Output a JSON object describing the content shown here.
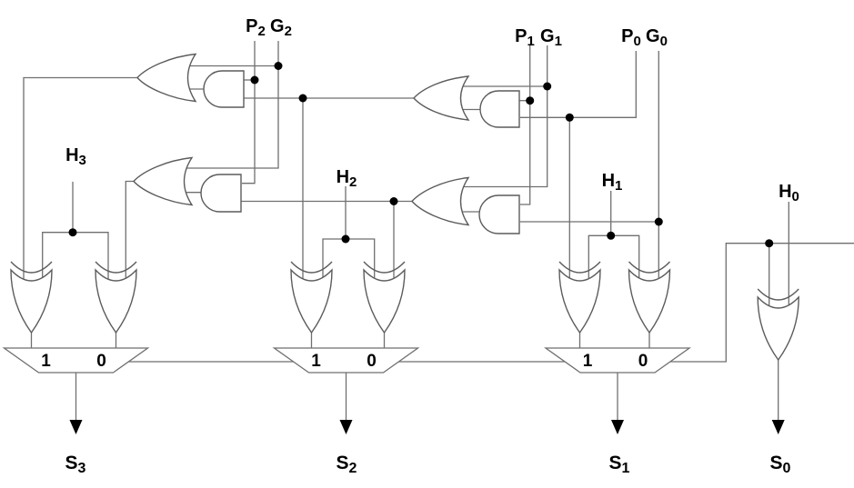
{
  "colors": {
    "background": "#ffffff",
    "wire": "#6f6f6f",
    "gate": "#5c5c5c",
    "text": "#000000",
    "dot": "#000000",
    "arrow": "#000000"
  },
  "labels": {
    "p2": {
      "main": "P",
      "sub": "2"
    },
    "g2": {
      "main": "G",
      "sub": "2"
    },
    "p1": {
      "main": "P",
      "sub": "1"
    },
    "g1": {
      "main": "G",
      "sub": "1"
    },
    "p0": {
      "main": "P",
      "sub": "0"
    },
    "g0": {
      "main": "G",
      "sub": "0"
    },
    "h3": {
      "main": "H",
      "sub": "3"
    },
    "h2": {
      "main": "H",
      "sub": "2"
    },
    "h1": {
      "main": "H",
      "sub": "1"
    },
    "h0": {
      "main": "H",
      "sub": "0"
    },
    "s3": {
      "main": "S",
      "sub": "3"
    },
    "s2": {
      "main": "S",
      "sub": "2"
    },
    "s1": {
      "main": "S",
      "sub": "1"
    },
    "s0": {
      "main": "S",
      "sub": "0"
    }
  },
  "mux_labels": {
    "one": "1",
    "zero": "0"
  }
}
